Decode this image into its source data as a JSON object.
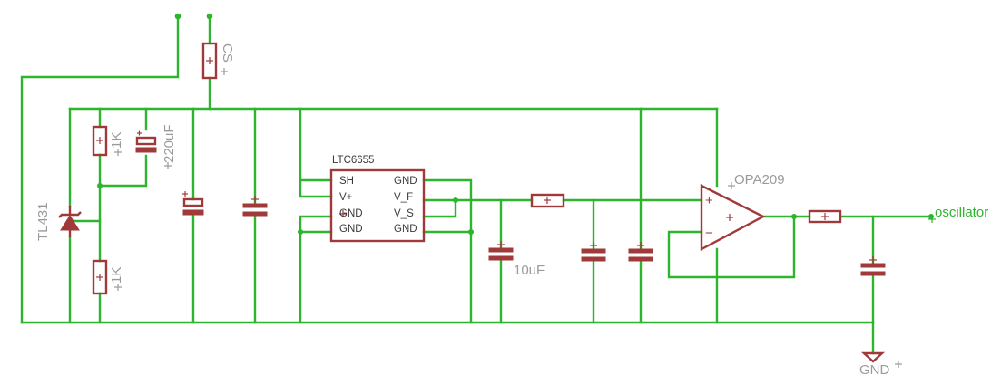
{
  "colors": {
    "wire": "#2db52d",
    "part": "#a03a3a",
    "name_label": "#9a9a9a",
    "pin_label": "#3a3a3a",
    "background": "#ffffff"
  },
  "labels": {
    "r_csense": "CS",
    "c_bulk": "220uF",
    "r_top": "1K",
    "r_bottom": "1K",
    "shunt_ref": "TL431",
    "ref_ic": "LTC6655",
    "filter_cap": "10uF",
    "opamp": "OPA209",
    "net_out": "oscillator",
    "gnd": "GND"
  },
  "ic_pins": {
    "left": [
      "SH",
      "V+",
      "GND",
      "GND"
    ],
    "right": [
      "GND",
      "V_F",
      "V_S",
      "GND"
    ]
  },
  "opamp_pins": {
    "noninv": "+",
    "inv": "−"
  }
}
